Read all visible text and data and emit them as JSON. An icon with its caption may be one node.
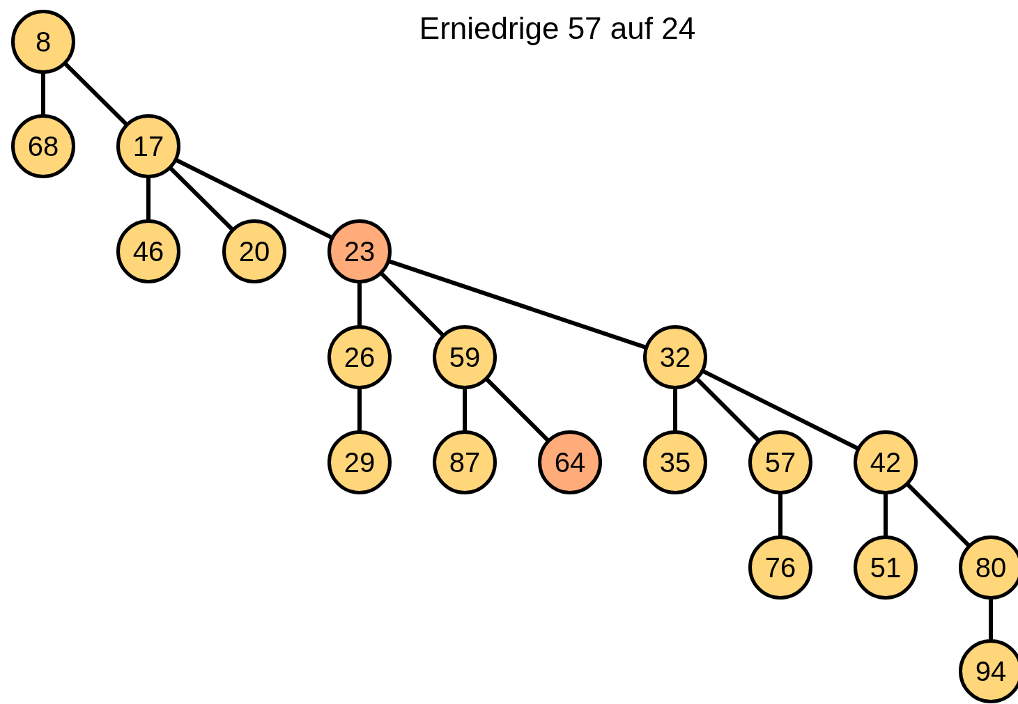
{
  "diagram": {
    "title": "Erniedrige 57 auf 24",
    "nodes": [
      {
        "text": [
          "8"
        ]
      },
      {
        "text": [
          "68"
        ]
      },
      {
        "text": [
          "17"
        ]
      },
      {
        "text": [
          "46"
        ]
      },
      {
        "text": [
          "20"
        ]
      },
      {
        "text": [
          "23"
        ]
      },
      {
        "text": [
          "26"
        ]
      },
      {
        "text": [
          "59"
        ]
      },
      {
        "text": [
          "32"
        ]
      },
      {
        "text": [
          "29"
        ]
      },
      {
        "text": [
          "87"
        ]
      },
      {
        "text": [
          "64"
        ]
      },
      {
        "text": [
          "35"
        ]
      },
      {
        "text": [
          "57"
        ]
      },
      {
        "text": [
          "42"
        ]
      },
      {
        "text": [
          "76"
        ]
      },
      {
        "text": [
          "51"
        ]
      },
      {
        "text": [
          "80"
        ]
      },
      {
        "text": [
          "94"
        ]
      }
    ],
    "edges": [
      {
        "from": 0,
        "to": 1,
        "arrow": "none"
      },
      {
        "from": 0,
        "to": 2,
        "arrow": "none"
      },
      {
        "from": 2,
        "to": 3,
        "arrow": "none"
      },
      {
        "from": 2,
        "to": 4,
        "arrow": "none"
      },
      {
        "from": 2,
        "to": 5,
        "arrow": "none"
      },
      {
        "from": 5,
        "to": 6,
        "arrow": "none"
      },
      {
        "from": 5,
        "to": 7,
        "arrow": "none"
      },
      {
        "from": 5,
        "to": 8,
        "arrow": "none"
      },
      {
        "from": 6,
        "to": 9,
        "arrow": "none"
      },
      {
        "from": 7,
        "to": 10,
        "arrow": "none"
      },
      {
        "from": 7,
        "to": 11,
        "arrow": "none"
      },
      {
        "from": 8,
        "to": 12,
        "arrow": "none"
      },
      {
        "from": 8,
        "to": 13,
        "arrow": "none"
      },
      {
        "from": 8,
        "to": 14,
        "arrow": "none"
      },
      {
        "from": 13,
        "to": 15,
        "arrow": "none"
      },
      {
        "from": 14,
        "to": 16,
        "arrow": "none"
      },
      {
        "from": 14,
        "to": 17,
        "arrow": "none"
      },
      {
        "from": 17,
        "to": 18,
        "arrow": "none"
      }
    ]
  }
}
